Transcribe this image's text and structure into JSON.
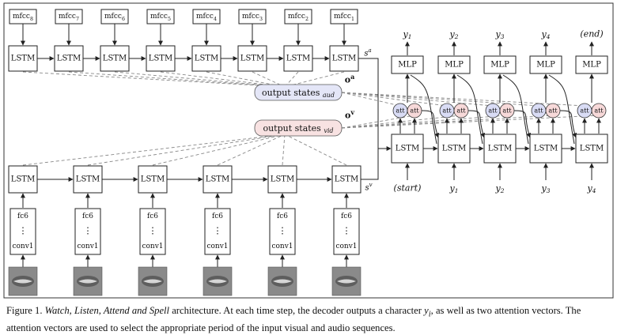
{
  "figure": {
    "mfcc_labels": [
      "mfcc8",
      "mfcc7",
      "mfcc6",
      "mfcc5",
      "mfcc4",
      "mfcc3",
      "mfcc2",
      "mfcc1"
    ],
    "lstm_label": "LSTM",
    "mlp_label": "MLP",
    "att_label": "att",
    "fc6_label": "fc6",
    "conv1_label": "conv1",
    "vdots": "⋮",
    "state_audio": "s^a",
    "state_video": "s^v",
    "o_audio": "o^a",
    "o_video": "o^v",
    "output_states_aud": "output states",
    "aud_sub": "aud",
    "output_states_vid": "output states",
    "vid_sub": "vid",
    "decoder_outputs": [
      "y1",
      "y2",
      "y3",
      "y4",
      "(end)"
    ],
    "decoder_inputs": [
      "(start)",
      "y1",
      "y2",
      "y3",
      "y4"
    ],
    "colors": {
      "att_audio": "#d9dcf5",
      "att_video": "#f7d9d9",
      "box_aud": "#e4e6f7",
      "box_vid": "#f8e2e2"
    }
  },
  "caption": {
    "prefix": "Figure 1.",
    "title": "Watch, Listen, Attend and Spell",
    "text1": "architecture.  At each time step, the decoder outputs a character",
    "var": "y",
    "var_sub": "i",
    "text2": ", as well as two attention vectors. The attention vectors are used to select the appropriate period of the input visual and audio sequences."
  }
}
